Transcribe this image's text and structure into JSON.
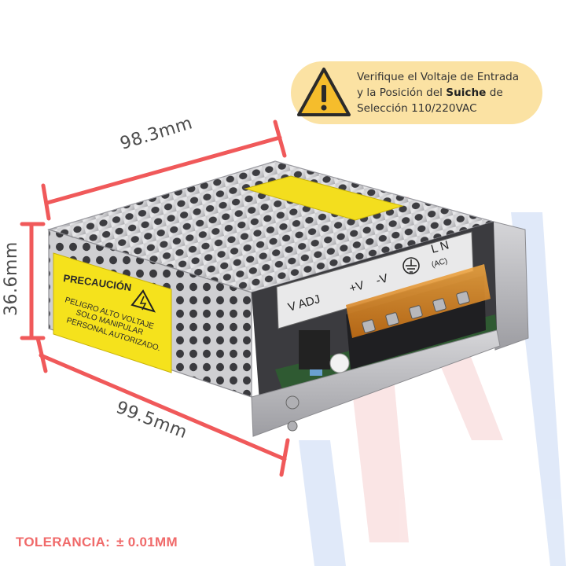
{
  "callout": {
    "line1": "Verifique el Voltaje de Entrada",
    "line2_pre": "y la Posición del ",
    "line2_bold": "Suiche",
    "line2_post": " de",
    "line3": "Selección 110/220VAC",
    "bg_color": "#fbe2a3",
    "icon": "warning-triangle-icon"
  },
  "dimensions": {
    "width": "98.3mm",
    "depth": "99.5mm",
    "height": "36.6mm",
    "line_color": "#f0595a"
  },
  "tolerance": {
    "label": "TOLERANCIA:",
    "value": "± 0.01MM",
    "color": "#f06a6a"
  },
  "label_sticker": {
    "title": "PRECAUCIÓN",
    "line1": "PELIGRO ALTO VOLTAJE",
    "line2": "SOLO MANIPULAR",
    "line3": "PERSONAL AUTORIZADO.",
    "color": "#f5e21c"
  },
  "terminals": {
    "adj": "V ADJ",
    "vplus": "+V",
    "vminus": "-V",
    "ln": "L N",
    "ac": "(AC)"
  }
}
